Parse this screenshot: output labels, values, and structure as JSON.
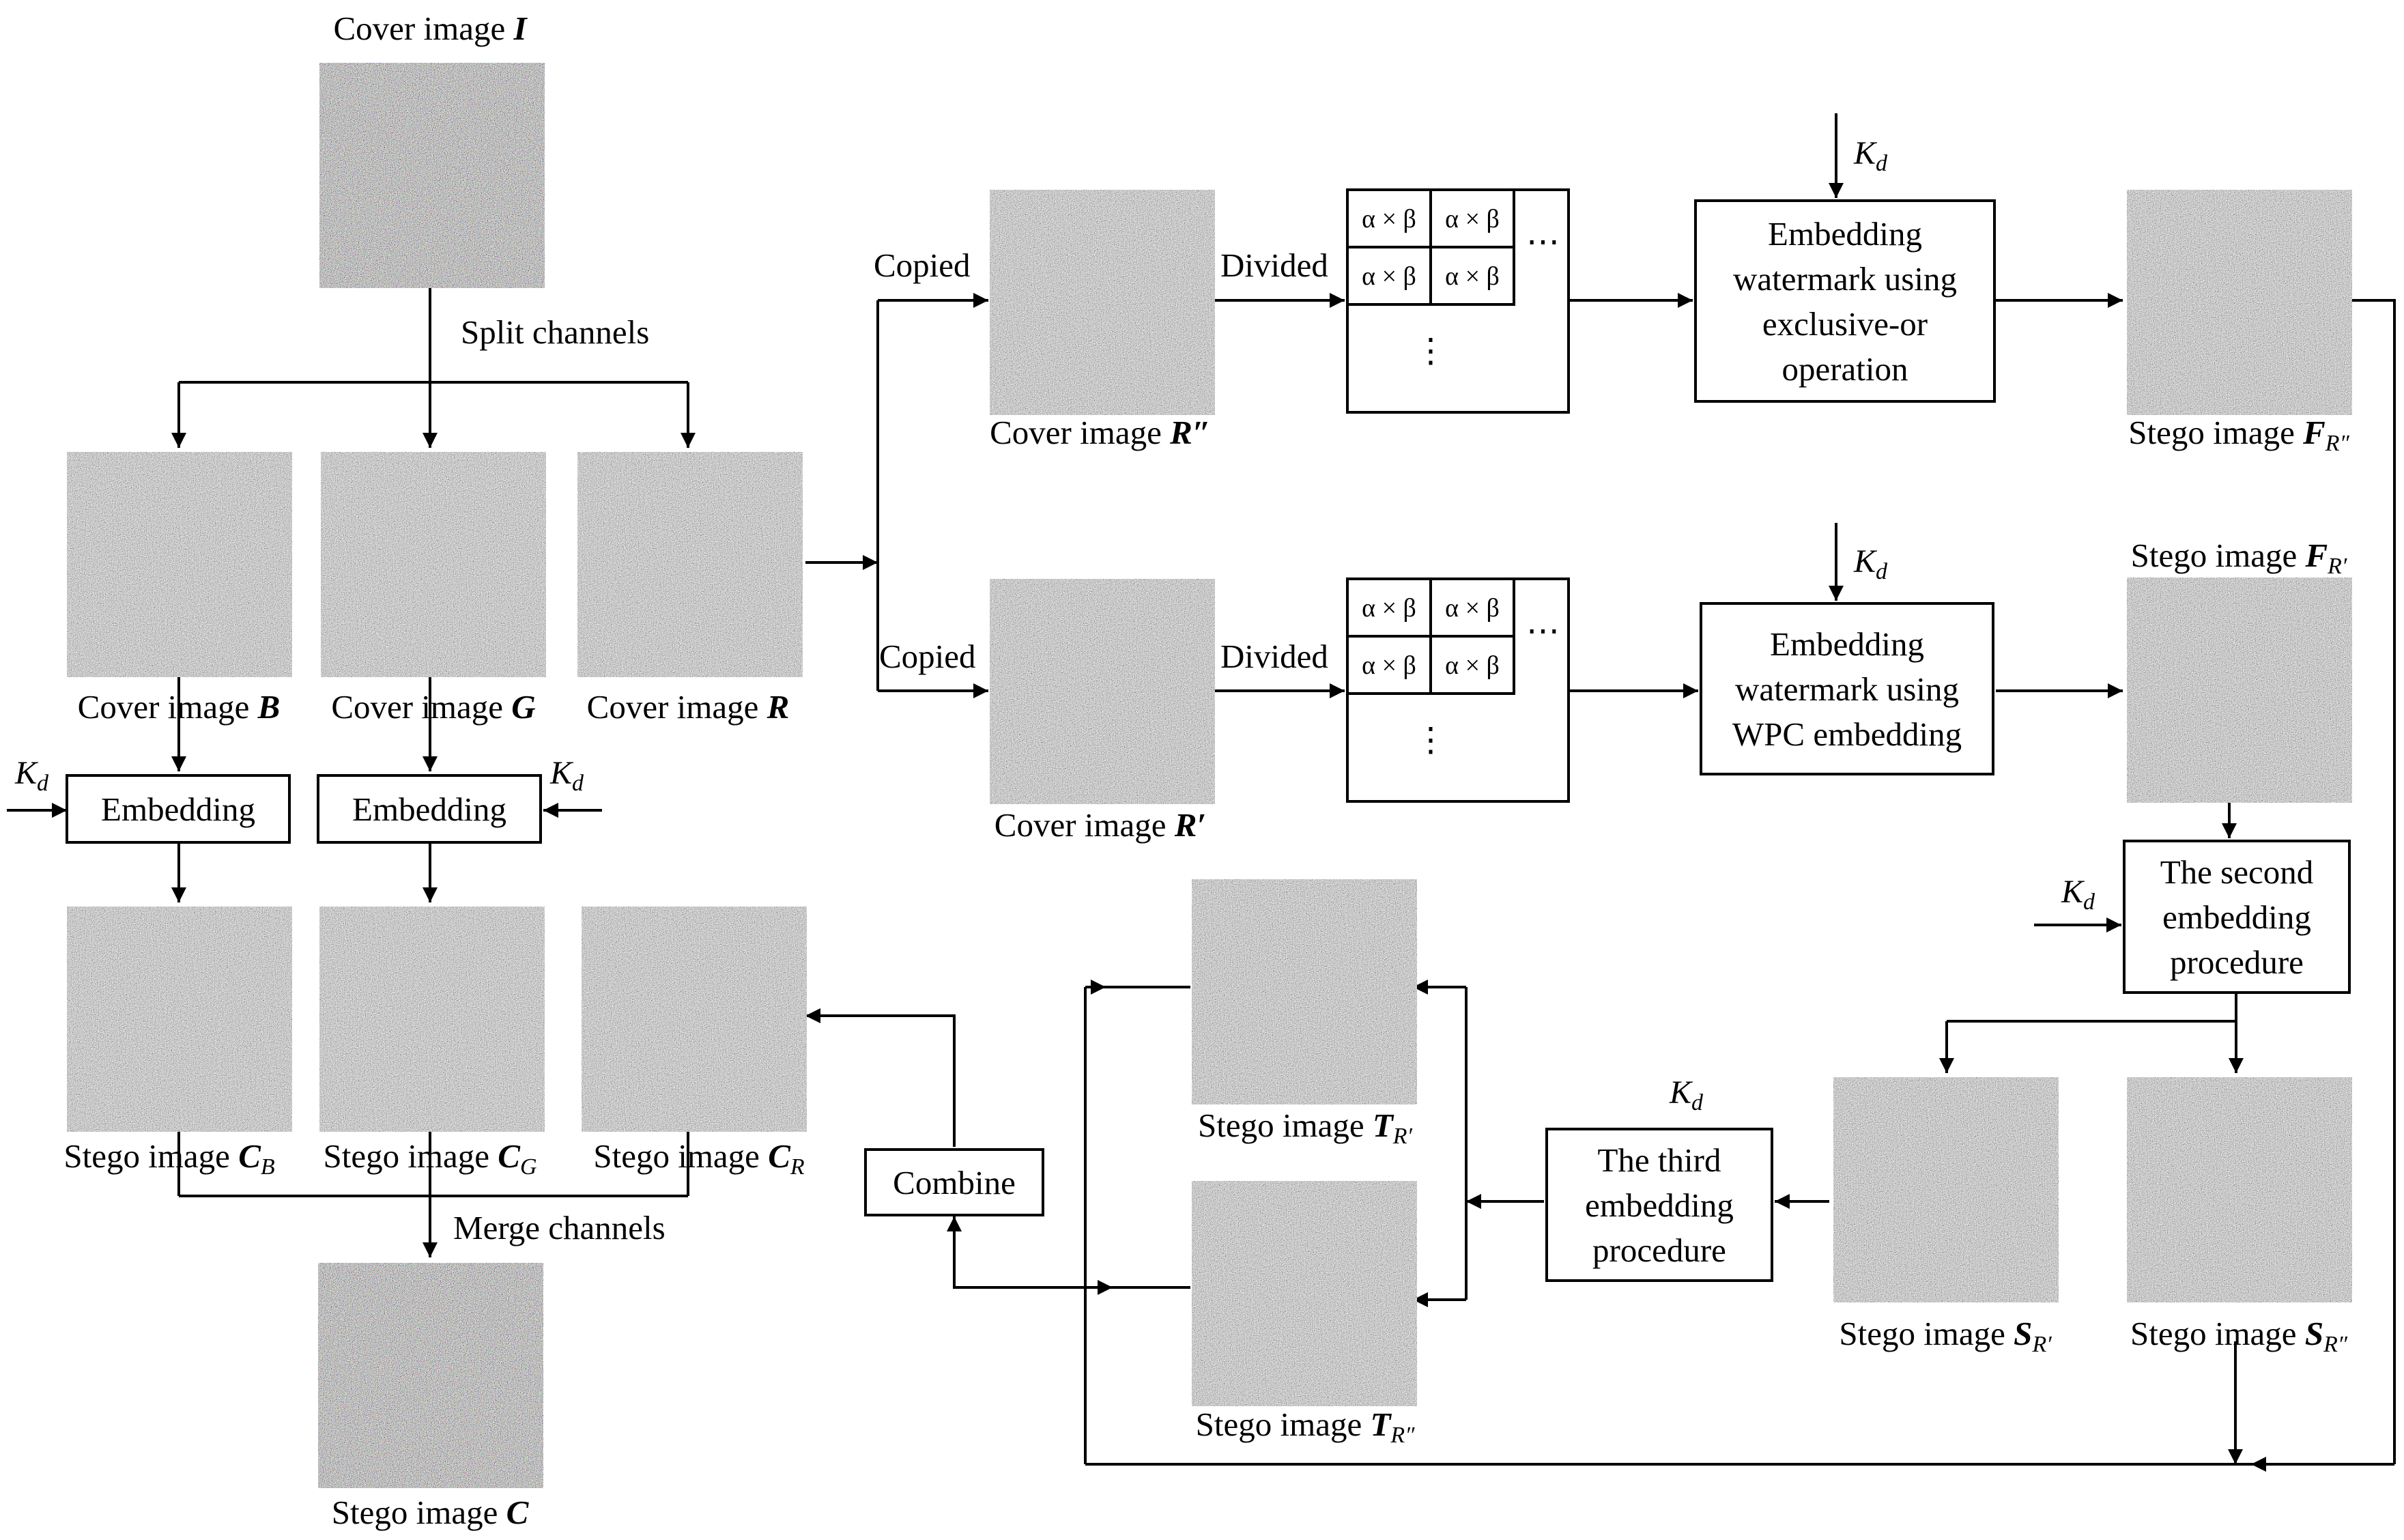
{
  "images": {
    "cover_I": {
      "label": "Cover image ",
      "var": "I",
      "sub": "",
      "style": "color"
    },
    "cover_B": {
      "label": "Cover image ",
      "var": "B",
      "sub": "",
      "style": "gray"
    },
    "cover_G": {
      "label": "Cover image ",
      "var": "G",
      "sub": "",
      "style": "gray"
    },
    "cover_R": {
      "label": "Cover image ",
      "var": "R",
      "sub": "",
      "style": "gray"
    },
    "cover_R2": {
      "label": "Cover image ",
      "var": "R″",
      "sub": "",
      "style": "gray"
    },
    "cover_R1": {
      "label": "Cover image ",
      "var": "R′",
      "sub": "",
      "style": "gray"
    },
    "stego_CB": {
      "label": "Stego image ",
      "var": "C",
      "sub": "B",
      "style": "gray"
    },
    "stego_CG": {
      "label": "Stego image ",
      "var": "C",
      "sub": "G",
      "style": "gray"
    },
    "stego_CR": {
      "label": "Stego image ",
      "var": "C",
      "sub": "R",
      "style": "gray"
    },
    "stego_C": {
      "label": "Stego image ",
      "var": "C",
      "sub": "",
      "style": "color"
    },
    "stego_FR2": {
      "label": "Stego image ",
      "var": "F",
      "sub": "R″",
      "style": "gray"
    },
    "stego_FR1": {
      "label": "Stego image ",
      "var": "F",
      "sub": "R′",
      "style": "gray"
    },
    "stego_TR1": {
      "label": "Stego image ",
      "var": "T",
      "sub": "R′",
      "style": "gray"
    },
    "stego_TR2": {
      "label": "Stego image ",
      "var": "T",
      "sub": "R″",
      "style": "gray"
    },
    "stego_SR1": {
      "label": "Stego image ",
      "var": "S",
      "sub": "R′",
      "style": "gray"
    },
    "stego_SR2": {
      "label": "Stego image ",
      "var": "S",
      "sub": "R″",
      "style": "gray"
    }
  },
  "boxes": {
    "embedding_b": {
      "lines": [
        "Embedding"
      ]
    },
    "embedding_g": {
      "lines": [
        "Embedding"
      ]
    },
    "combine": {
      "lines": [
        "Combine"
      ]
    },
    "xor": {
      "lines": [
        "Embedding",
        "watermark using",
        "exclusive-or",
        "operation"
      ]
    },
    "wpc": {
      "lines": [
        "Embedding",
        "watermark using",
        "WPC embedding"
      ]
    },
    "second": {
      "lines": [
        "The second",
        "embedding",
        "procedure"
      ]
    },
    "third": {
      "lines": [
        "The third",
        "embedding",
        "procedure"
      ]
    }
  },
  "labels": {
    "split": "Split channels",
    "merge": "Merge channels",
    "copied": "Copied",
    "divided": "Divided"
  },
  "key": {
    "symbol": "K",
    "sub": "d"
  },
  "block": {
    "cell": "α × β",
    "hdots": "⋯",
    "vdots": "⋮"
  },
  "colors": {
    "stroke": "#000000",
    "background": "#ffffff"
  }
}
